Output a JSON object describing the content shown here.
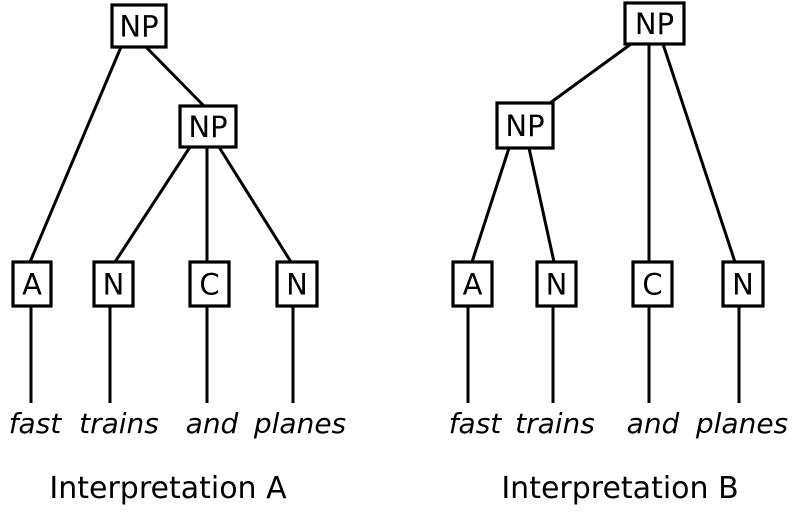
{
  "diagram": {
    "background_color": "#ffffff",
    "stroke_color": "#000000",
    "phrase": "fast trains and planes",
    "trees": [
      {
        "caption": "Interpretation A",
        "root_label": "NP",
        "inner_label": "NP",
        "leaves": [
          "A",
          "N",
          "C",
          "N"
        ],
        "words": [
          "fast",
          "trains",
          "and",
          "planes"
        ],
        "edges": [
          "NP(root) - A",
          "NP(root) - NP(inner)",
          "NP(inner) - N",
          "NP(inner) - C",
          "NP(inner) - N",
          "A - fast",
          "N - trains",
          "C - and",
          "N - planes"
        ]
      },
      {
        "caption": "Interpretation B",
        "root_label": "NP",
        "inner_label": "NP",
        "leaves": [
          "A",
          "N",
          "C",
          "N"
        ],
        "words": [
          "fast",
          "trains",
          "and",
          "planes"
        ],
        "edges": [
          "NP(root) - NP(inner)",
          "NP(root) - C",
          "NP(root) - N",
          "NP(inner) - A",
          "NP(inner) - N",
          "A - fast",
          "N - trains",
          "C - and",
          "N - planes"
        ]
      }
    ]
  }
}
